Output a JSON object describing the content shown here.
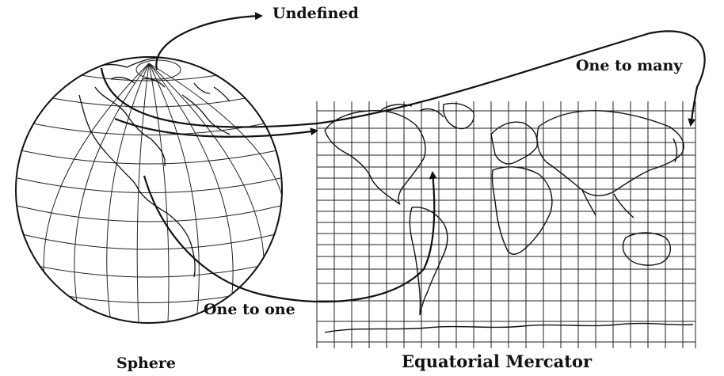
{
  "labels": {
    "undefined": "Undefined",
    "one_to_many": "One to many",
    "one_to_one": "One to one",
    "sphere": "Sphere",
    "mercator": "Equatorial Mercator"
  },
  "colors": {
    "line": "#111111",
    "background": "#ffffff"
  }
}
